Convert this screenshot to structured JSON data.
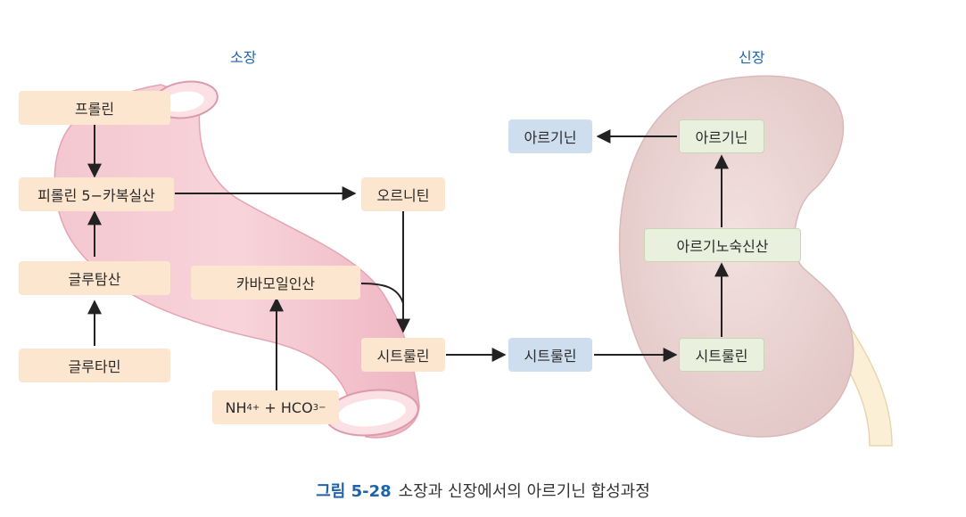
{
  "organs": {
    "small_intestine": "소장",
    "kidney": "신장"
  },
  "intestine_nodes": {
    "proline": "프롤린",
    "p5c": "피롤린 5−카복실산",
    "glutamate": "글루탐산",
    "glutamine": "글루타민",
    "ornithine": "오르니틴",
    "carbamoyl": "카바모일인산",
    "citrulline": "시트룰린",
    "nh4_base": "NH",
    "nh4_sub": "4",
    "nh4_sup": "+",
    "plus": " + HCO",
    "hco3_sub": "3",
    "hco3_sup": "−"
  },
  "blood_nodes": {
    "citrulline": "시트룰린",
    "arginine": "아르기닌"
  },
  "kidney_nodes": {
    "citrulline": "시트룰린",
    "argininosuccinate": "아르기노숙신산",
    "arginine": "아르기닌"
  },
  "caption": {
    "figure": "그림 5-28",
    "text": "소장과 신장에서의 아르기닌 합성과정"
  },
  "colors": {
    "intestine_node": "#fde6cf",
    "blood_node": "#cfdeef",
    "kidney_node": "#eaf0de",
    "label_blue": "#1f63a8",
    "intestine_fill": "#f5c6d0",
    "kidney_fill": "#ecd6d6"
  }
}
